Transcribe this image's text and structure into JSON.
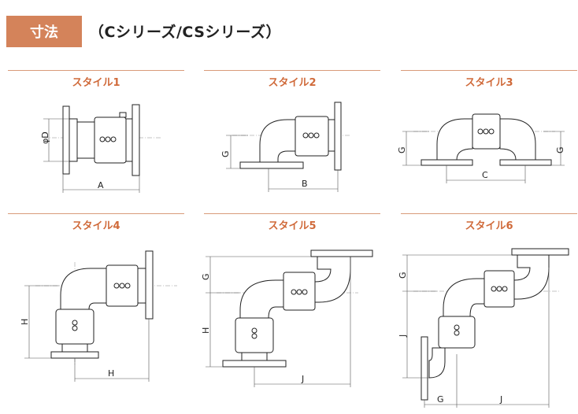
{
  "header": {
    "tag": "寸法",
    "title": "（Cシリーズ/CSシリーズ）"
  },
  "styles": [
    {
      "label": "スタイル1",
      "dims": [
        "φD",
        "A"
      ]
    },
    {
      "label": "スタイル2",
      "dims": [
        "G",
        "B"
      ]
    },
    {
      "label": "スタイル3",
      "dims": [
        "G",
        "G",
        "C"
      ]
    },
    {
      "label": "スタイル4",
      "dims": [
        "H",
        "H"
      ]
    },
    {
      "label": "スタイル5",
      "dims": [
        "G",
        "H",
        "J"
      ]
    },
    {
      "label": "スタイル6",
      "dims": [
        "G",
        "J",
        "G",
        "J"
      ]
    }
  ],
  "colors": {
    "accent": "#d4835a",
    "style_label": "#d06a3a",
    "rule": "#d99b7a"
  }
}
